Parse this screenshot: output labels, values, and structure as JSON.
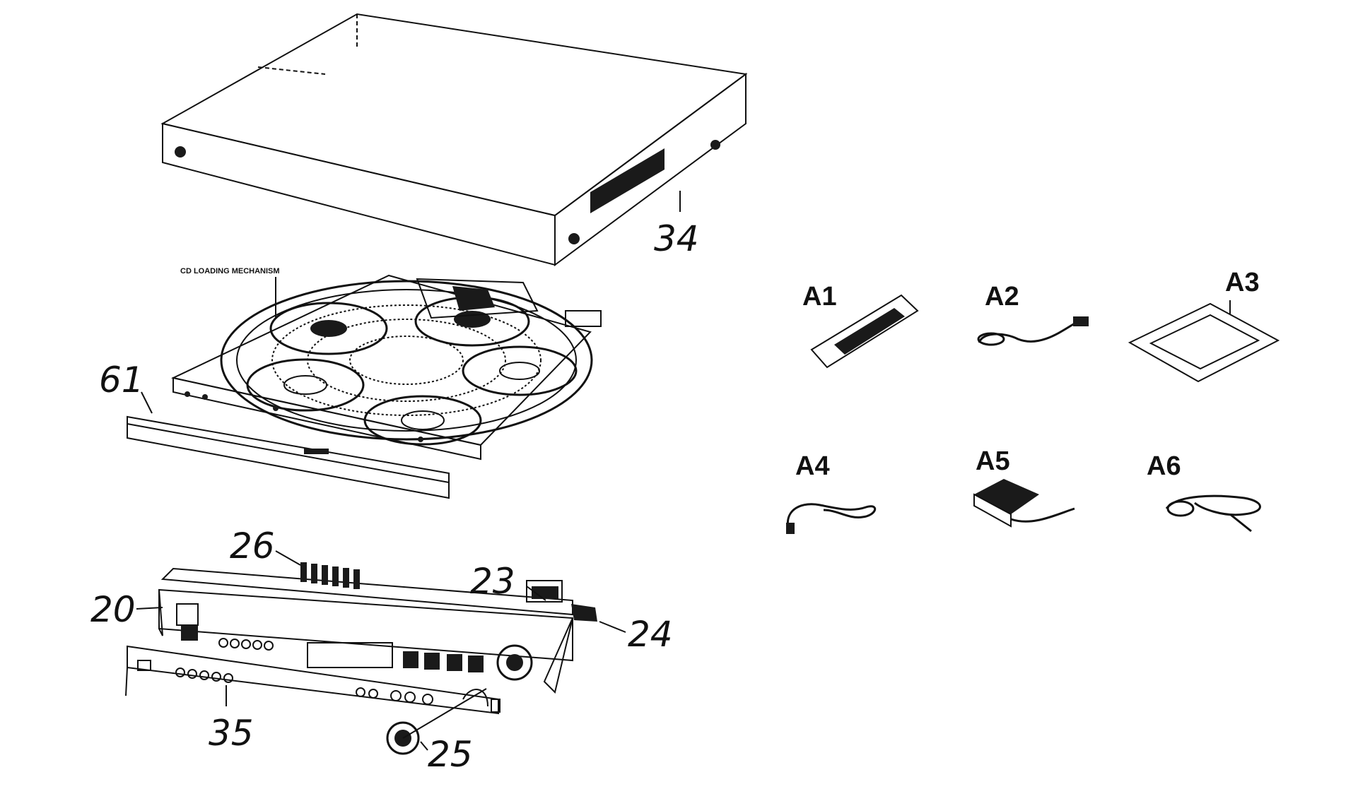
{
  "callouts": {
    "c34": "34",
    "c61": "61",
    "c26": "26",
    "c23": "23",
    "c20": "20",
    "c24": "24",
    "c35": "35",
    "c25": "25"
  },
  "mechanism_label": "CD LOADING MECHANISM",
  "accessories": [
    {
      "id": "A1",
      "icon": "remote-control-icon"
    },
    {
      "id": "A2",
      "icon": "power-cord-icon"
    },
    {
      "id": "A3",
      "icon": "manual-icon"
    },
    {
      "id": "A4",
      "icon": "cable-icon"
    },
    {
      "id": "A5",
      "icon": "ac-adapter-icon"
    },
    {
      "id": "A6",
      "icon": "cable-icon"
    }
  ],
  "colors": {
    "ink": "#111111",
    "paper": "#ffffff"
  }
}
